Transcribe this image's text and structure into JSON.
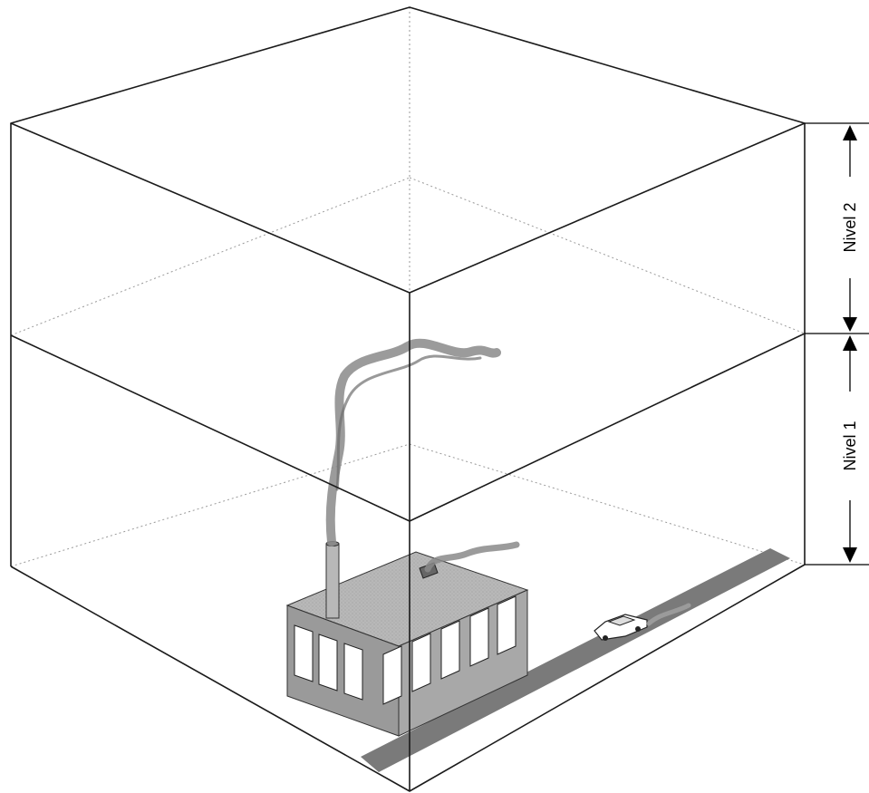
{
  "diagram": {
    "levels": [
      {
        "label": "Nivel 2"
      },
      {
        "label": "Nivel 1"
      }
    ],
    "objects": [
      "factory",
      "chimney",
      "smoke-plume",
      "road",
      "car"
    ],
    "colors": {
      "line": "#1a1a1a",
      "smoke": "#8a8a8a",
      "building": "#b3b3b3",
      "road": "#7a7a7a"
    }
  }
}
